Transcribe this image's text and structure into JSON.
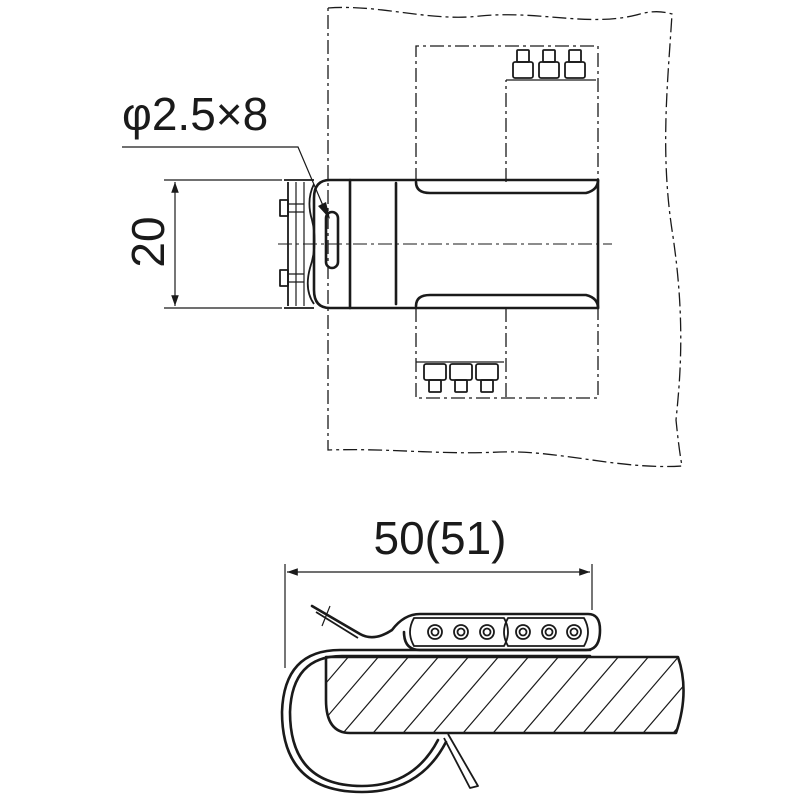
{
  "labels": {
    "hole_spec": "φ2.5×8",
    "height_dim": "20",
    "width_dim": "50(51)"
  }
}
